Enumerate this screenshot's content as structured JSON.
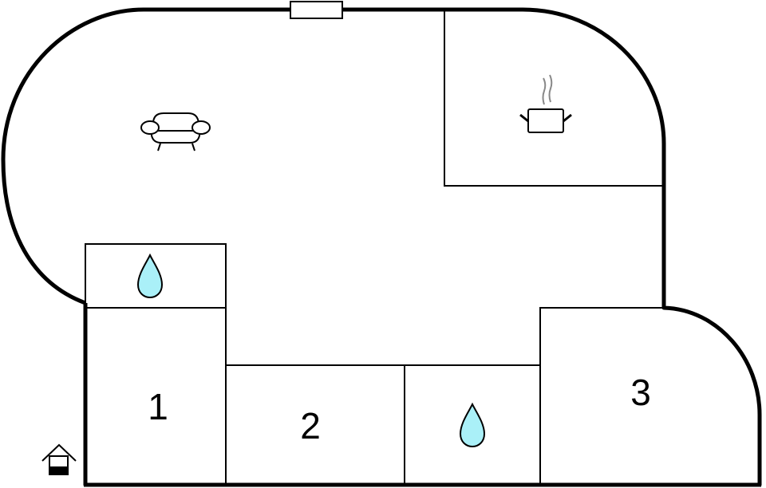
{
  "floorplan": {
    "colors": {
      "wall": "#000000",
      "water": "#aaf0f8",
      "steam": "#888888",
      "background": "#ffffff"
    },
    "rooms": [
      {
        "id": "living",
        "icon": "sofa-icon",
        "label": ""
      },
      {
        "id": "kitchen",
        "icon": "cooking-pot-icon",
        "label": ""
      },
      {
        "id": "bathroom-1",
        "icon": "water-drop-icon",
        "label": ""
      },
      {
        "id": "bedroom-1",
        "label": "1"
      },
      {
        "id": "bedroom-2",
        "label": "2"
      },
      {
        "id": "bathroom-2",
        "icon": "water-drop-icon",
        "label": ""
      },
      {
        "id": "bedroom-3",
        "label": "3"
      }
    ],
    "entrance": {
      "icon": "house-entrance-icon"
    },
    "window": {
      "icon": "window-icon"
    }
  }
}
